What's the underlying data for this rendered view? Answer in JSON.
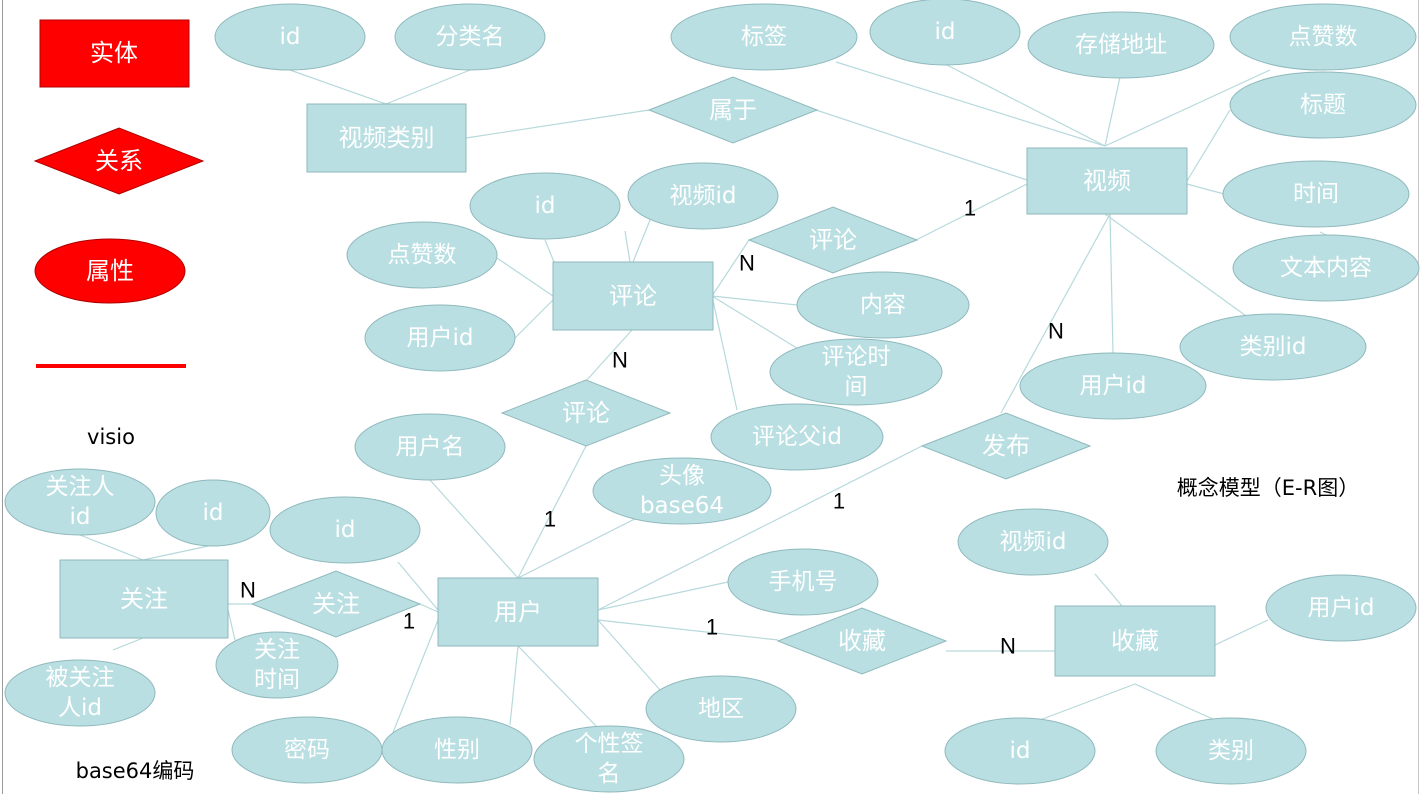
{
  "legend": {
    "entity_label": "实体",
    "relation_label": "关系",
    "attribute_label": "属性",
    "tool_label": "visio"
  },
  "colors": {
    "entity_fill": "#b9dfe2",
    "shape_stroke": "#8fb9bd",
    "connector": "#b7d9dc",
    "legend_red": "#ff0000"
  },
  "entities": {
    "video_category": "视频类别",
    "video": "视频",
    "comment": "评论",
    "user": "用户",
    "follow": "关注",
    "favorite": "收藏"
  },
  "relations": {
    "belongs": "属于",
    "video_comment": "评论",
    "user_comment": "评论",
    "publish": "发布",
    "follow": "关注",
    "favorite": "收藏"
  },
  "attributes": {
    "category_id": "id",
    "category_name": "分类名",
    "video_tag": "标签",
    "video_id": "id",
    "video_storage": "存储地址",
    "video_likes": "点赞数",
    "video_title": "标题",
    "video_time": "时间",
    "video_text": "文本内容",
    "video_category_id": "类别id",
    "video_user_id": "用户id",
    "comment_id": "id",
    "comment_video_id": "视频id",
    "comment_likes": "点赞数",
    "comment_user_id": "用户id",
    "comment_content": "内容",
    "comment_time": [
      "评论时",
      "间"
    ],
    "comment_parent_id": "评论父id",
    "user_name": "用户名",
    "user_avatar": [
      "头像",
      "base64"
    ],
    "user_id": "id",
    "user_phone": "手机号",
    "user_region": "地区",
    "user_password": "密码",
    "user_gender": "性别",
    "user_signature": [
      "个性签",
      "名"
    ],
    "follow_follower": [
      "关注人",
      "id"
    ],
    "follow_id": "id",
    "follow_followee": [
      "被关注",
      "人id"
    ],
    "follow_time": [
      "关注",
      "时间"
    ],
    "favorite_video_id": "视频id",
    "favorite_user_id": "用户id",
    "favorite_id": "id",
    "favorite_type": "类别"
  },
  "cardinalities": {
    "video_comment_video": "1",
    "video_comment_comment": "N",
    "user_comment_comment": "N",
    "user_comment_user": "1",
    "publish_video": "N",
    "publish_user": "1",
    "follow_follow": "N",
    "follow_user": "1",
    "favorite_user": "1",
    "favorite_favorite": "N"
  },
  "notes": {
    "model_title": "概念模型（E-R图）",
    "encoding_note": "base64编码"
  }
}
